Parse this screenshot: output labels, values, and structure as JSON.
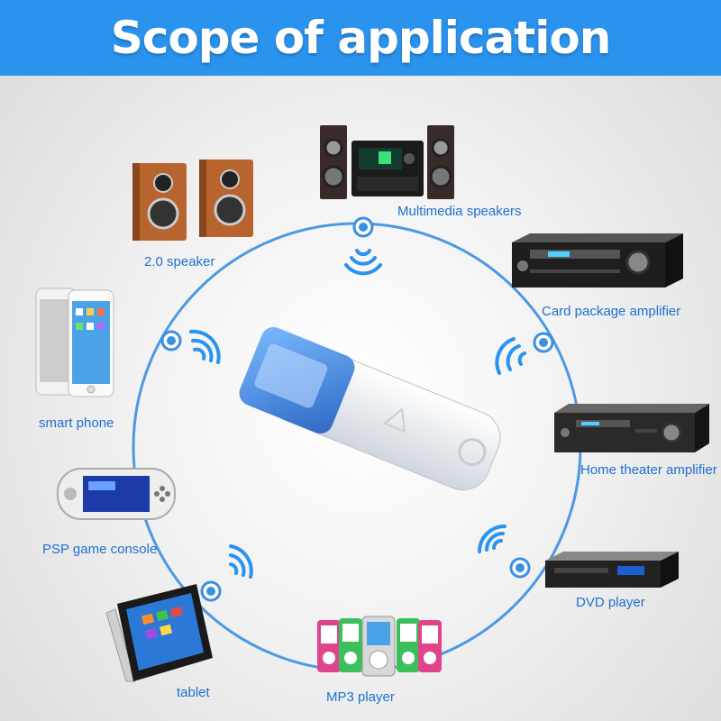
{
  "header": {
    "title": "Scope of application"
  },
  "colors": {
    "header_bg": "#2a93ee",
    "ring": "#3a8fe0",
    "label": "#1e6fd0"
  },
  "devices": [
    {
      "label": "Multimedia speakers",
      "icon": "hifi-system-icon"
    },
    {
      "label": "2.0 speaker",
      "icon": "speaker-pair-icon"
    },
    {
      "label": "Card package amplifier",
      "icon": "amplifier-icon"
    },
    {
      "label": "smart phone",
      "icon": "smartphone-icon"
    },
    {
      "label": "Home theater amplifier",
      "icon": "home-theater-amplifier-icon"
    },
    {
      "label": "PSP game console",
      "icon": "psp-console-icon"
    },
    {
      "label": "DVD player",
      "icon": "dvd-player-icon"
    },
    {
      "label": "tablet",
      "icon": "tablet-icon"
    },
    {
      "label": "MP3 player",
      "icon": "mp3-player-icon"
    }
  ],
  "center": {
    "icon": "usb-bluetooth-dongle-icon"
  }
}
